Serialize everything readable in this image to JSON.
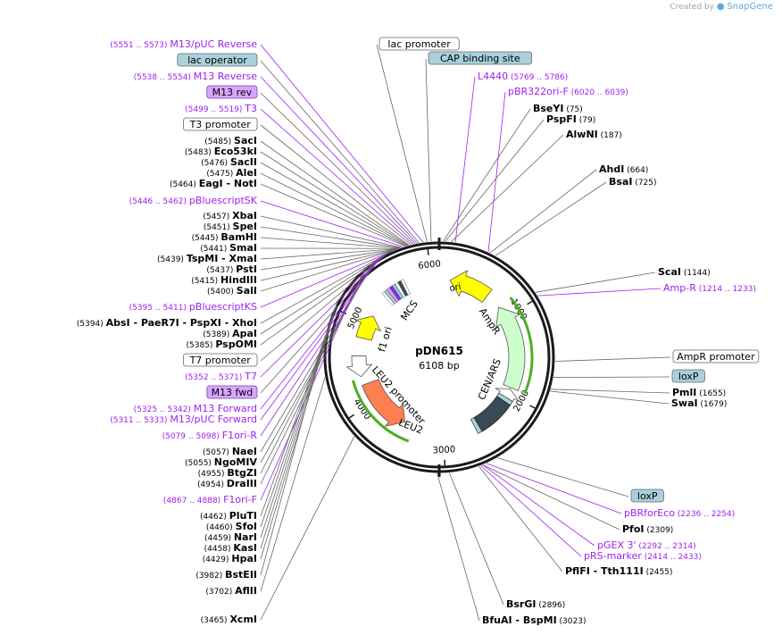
{
  "watermark": {
    "prefix": "Created by",
    "brand": "SnapGene"
  },
  "plasmid": {
    "name": "pDN615",
    "size_label": "6108 bp",
    "length": 6108
  },
  "ticks": [
    "1000",
    "2000",
    "3000",
    "4000",
    "5000",
    "6000"
  ],
  "colors": {
    "backbone": "#1a1a1a",
    "enzyme_line": "#666666",
    "primer": "#a020f0",
    "label_box_blue": "#a8d1dc",
    "label_box_purple": "#d9a6ff",
    "feature_yellow": "#ffff00",
    "feature_orange": "#ff7f50",
    "feature_ampr": "#ccffcc",
    "feature_cen": "#3a4a55",
    "feature_promoter": "#ffffff"
  },
  "features": [
    {
      "name": "ori",
      "type": "ori",
      "color": "#ffff00"
    },
    {
      "name": "AmpR",
      "type": "cds",
      "color": "#ccffcc"
    },
    {
      "name": "CEN/ARS",
      "type": "misc",
      "color": "#3a4a55"
    },
    {
      "name": "LEU2",
      "type": "cds",
      "color": "#ff7f50"
    },
    {
      "name": "LEU2 promoter",
      "type": "promoter",
      "color": "#ffffff"
    },
    {
      "name": "f1 ori",
      "type": "ori",
      "color": "#ffff00"
    },
    {
      "name": "MCS",
      "type": "misc",
      "color": "#ffffff"
    }
  ],
  "labels_left": [
    {
      "text": "M13/pUC Reverse",
      "range": "(5551 .. 5573)",
      "kind": "primer"
    },
    {
      "text": "lac operator",
      "kind": "box-blue"
    },
    {
      "text": "M13 Reverse",
      "range": "(5538 .. 5554)",
      "kind": "primer"
    },
    {
      "text": "M13 rev",
      "kind": "box-purple"
    },
    {
      "text": "T3",
      "range": "(5499 .. 5519)",
      "kind": "primer"
    },
    {
      "text": "T3 promoter",
      "kind": "box-white"
    },
    {
      "text": "SacI",
      "pos": "(5485)",
      "kind": "enzyme"
    },
    {
      "text": "Eco53kI",
      "pos": "(5483)",
      "kind": "enzyme"
    },
    {
      "text": "SacII",
      "pos": "(5476)",
      "kind": "enzyme"
    },
    {
      "text": "AleI",
      "pos": "(5475)",
      "kind": "enzyme"
    },
    {
      "text": "EagI  - NotI",
      "pos": "(5464)",
      "kind": "enzyme"
    },
    {
      "text": "pBluescriptSK",
      "range": "(5446 .. 5462)",
      "kind": "primer"
    },
    {
      "text": "XbaI",
      "pos": "(5457)",
      "kind": "enzyme"
    },
    {
      "text": "SpeI",
      "pos": "(5451)",
      "kind": "enzyme"
    },
    {
      "text": "BamHI",
      "pos": "(5445)",
      "kind": "enzyme"
    },
    {
      "text": "SmaI",
      "pos": "(5441)",
      "kind": "enzyme"
    },
    {
      "text": "TspMI  - XmaI",
      "pos": "(5439)",
      "kind": "enzyme"
    },
    {
      "text": "PstI",
      "pos": "(5437)",
      "kind": "enzyme"
    },
    {
      "text": "HindIII",
      "pos": "(5415)",
      "kind": "enzyme"
    },
    {
      "text": "SalI",
      "pos": "(5400)",
      "kind": "enzyme"
    },
    {
      "text": "pBluescriptKS",
      "range": "(5395 .. 5411)",
      "kind": "primer"
    },
    {
      "text": "AbsI  - PaeR7I  - PspXI  - XhoI",
      "pos": "(5394)",
      "kind": "enzyme"
    },
    {
      "text": "ApaI",
      "pos": "(5389)",
      "kind": "enzyme"
    },
    {
      "text": "PspOMI",
      "pos": "(5385)",
      "kind": "enzyme"
    },
    {
      "text": "T7 promoter",
      "kind": "box-white"
    },
    {
      "text": "T7",
      "range": "(5352 .. 5371)",
      "kind": "primer"
    },
    {
      "text": "M13 fwd",
      "kind": "box-purple"
    },
    {
      "text": "M13 Forward",
      "range": "(5325 .. 5342)",
      "kind": "primer"
    },
    {
      "text": "M13/pUC Forward",
      "range": "(5311 .. 5333)",
      "kind": "primer"
    },
    {
      "text": "F1ori-R",
      "range": "(5079 .. 5098)",
      "kind": "primer"
    },
    {
      "text": "NaeI",
      "pos": "(5057)",
      "kind": "enzyme"
    },
    {
      "text": "NgoMIV",
      "pos": "(5055)",
      "kind": "enzyme"
    },
    {
      "text": "BtgZI",
      "pos": "(4955)",
      "kind": "enzyme"
    },
    {
      "text": "DraIII",
      "pos": "(4954)",
      "kind": "enzyme"
    },
    {
      "text": "F1ori-F",
      "range": "(4867 .. 4888)",
      "kind": "primer"
    },
    {
      "text": "PluTI",
      "pos": "(4462)",
      "kind": "enzyme"
    },
    {
      "text": "SfoI",
      "pos": "(4460)",
      "kind": "enzyme"
    },
    {
      "text": "NarI",
      "pos": "(4459)",
      "kind": "enzyme"
    },
    {
      "text": "KasI",
      "pos": "(4458)",
      "kind": "enzyme"
    },
    {
      "text": "HpaI",
      "pos": "(4429)",
      "kind": "enzyme"
    },
    {
      "text": "BstEII",
      "pos": "(3982)",
      "kind": "enzyme"
    },
    {
      "text": "AflII",
      "pos": "(3702)",
      "kind": "enzyme"
    },
    {
      "text": "XcmI",
      "pos": "(3465)",
      "kind": "enzyme"
    }
  ],
  "labels_right": [
    {
      "text": "lac promoter",
      "kind": "box-white"
    },
    {
      "text": "CAP binding site",
      "kind": "box-blue"
    },
    {
      "text": "L4440",
      "range": "(5769 .. 5786)",
      "kind": "primer"
    },
    {
      "text": "pBR322ori-F",
      "range": "(6020 .. 6039)",
      "kind": "primer"
    },
    {
      "text": "BseYI",
      "pos": "(75)",
      "kind": "enzyme"
    },
    {
      "text": "PspFI",
      "pos": "(79)",
      "kind": "enzyme"
    },
    {
      "text": "AlwNI",
      "pos": "(187)",
      "kind": "enzyme"
    },
    {
      "text": "AhdI",
      "pos": "(664)",
      "kind": "enzyme"
    },
    {
      "text": "BsaI",
      "pos": "(725)",
      "kind": "enzyme"
    },
    {
      "text": "ScaI",
      "pos": "(1144)",
      "kind": "enzyme"
    },
    {
      "text": "Amp-R",
      "range": "(1214 .. 1233)",
      "kind": "primer"
    },
    {
      "text": "AmpR promoter",
      "kind": "box-white"
    },
    {
      "text": "loxP",
      "kind": "box-blue"
    },
    {
      "text": "PmlI",
      "pos": "(1655)",
      "kind": "enzyme"
    },
    {
      "text": "SwaI",
      "pos": "(1679)",
      "kind": "enzyme"
    },
    {
      "text": "loxP",
      "kind": "box-blue"
    },
    {
      "text": "pBRforEco",
      "range": "(2236 .. 2254)",
      "kind": "primer"
    },
    {
      "text": "PfoI",
      "pos": "(2309)",
      "kind": "enzyme"
    },
    {
      "text": "pGEX 3'",
      "range": "(2292 .. 2314)",
      "kind": "primer"
    },
    {
      "text": "pRS-marker",
      "range": "(2414 .. 2433)",
      "kind": "primer"
    },
    {
      "text": "PflFI  - Tth111I",
      "pos": "(2455)",
      "kind": "enzyme"
    },
    {
      "text": "BsrGI",
      "pos": "(2896)",
      "kind": "enzyme"
    },
    {
      "text": "BfuAI  - BspMI",
      "pos": "(3023)",
      "kind": "enzyme"
    }
  ]
}
